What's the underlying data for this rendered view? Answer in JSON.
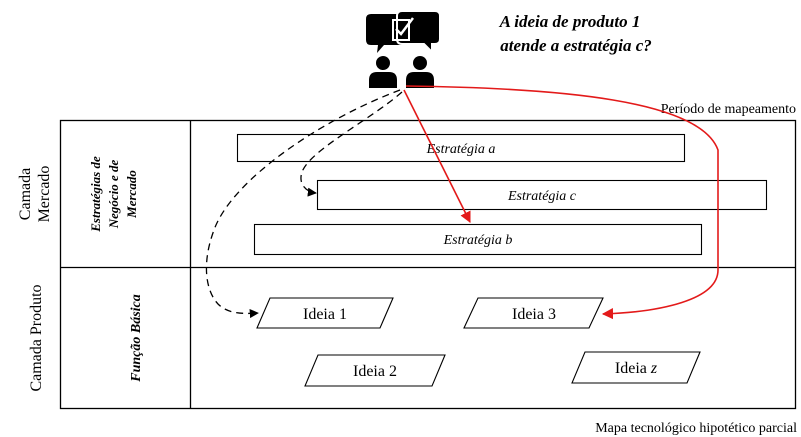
{
  "question": {
    "line1": "A ideia de produto 1",
    "line2": "atende a estratégia c?"
  },
  "period_label": "Período de mapeamento",
  "map_caption": "Mapa tecnológico hipotético parcial",
  "layers": {
    "market": {
      "label_line1": "Camada",
      "label_line2": "Mercado",
      "column_line1": "Estratégias",
      "column_line2": "de",
      "column_line3": "Negócio e de",
      "column_line4": "Mercado"
    },
    "product": {
      "label": "Camada Produto",
      "column": "Função Básica"
    }
  },
  "strategies": [
    {
      "label": "Estratégia a"
    },
    {
      "label": "Estratégia c"
    },
    {
      "label": "Estratégia b"
    }
  ],
  "ideas": [
    {
      "label": "Ideia 1"
    },
    {
      "label": "Ideia 3"
    },
    {
      "label": "Ideia 2"
    },
    {
      "label": "Ideia",
      "suffix": "z"
    }
  ],
  "icon": {
    "name": "people-discussion-icon",
    "color": "#000000"
  },
  "colors": {
    "arrow_red": "#e31a1a",
    "arrow_dashed": "#000000"
  }
}
